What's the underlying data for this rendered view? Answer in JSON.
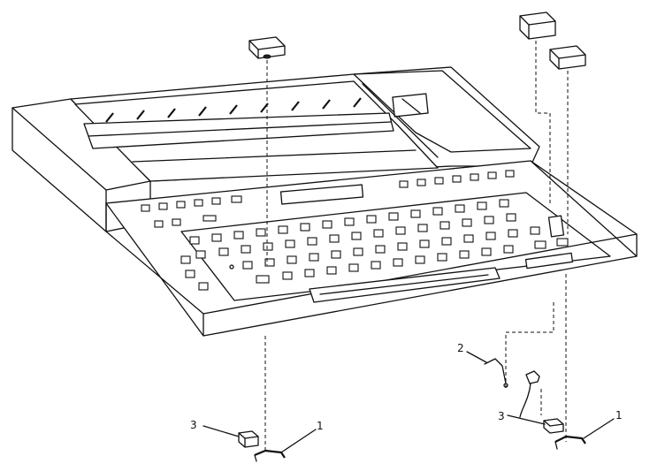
{
  "callouts": {
    "left_bracket": "1",
    "right_bracket": "1",
    "spring": "2",
    "left_foot": "3",
    "right_foot": "3"
  },
  "colors": {
    "line": "#111111",
    "background": "#ffffff"
  }
}
